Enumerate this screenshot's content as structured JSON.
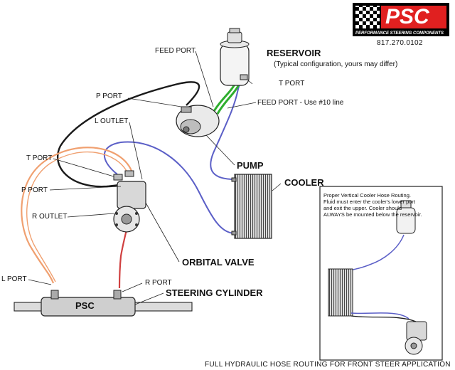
{
  "logo": {
    "brand": "PSC",
    "tagline": "PERFORMANCE STEERING COMPONENTS",
    "phone": "817.270.0102"
  },
  "labels": {
    "feed_port_top": "FEED PORT",
    "reservoir": "RESERVOIR",
    "reservoir_note": "(Typical configuration, yours may differ)",
    "t_port_reservoir": "T PORT",
    "feed_port_note": "FEED PORT - Use #10 line",
    "p_port_top": "P PORT",
    "l_outlet": "L OUTLET",
    "t_port_valve": "T PORT",
    "p_port_valve": "P PORT",
    "r_outlet": "R OUTLET",
    "pump": "PUMP",
    "cooler": "COOLER",
    "orbital_valve": "ORBITAL VALVE",
    "l_port": "L PORT",
    "r_port": "R PORT",
    "steering_cylinder": "STEERING CYLINDER",
    "cylinder_text": "PSC"
  },
  "inset": {
    "note": "Proper Vertical Cooler Hose Routing. Fluid must enter the cooler's lower port and exit the upper. Cooler should ALWAYS be mounted below the reservoir."
  },
  "caption": "FULL HYDRAULIC HOSE ROUTING FOR FRONT STEER APPLICATION",
  "colors": {
    "pressure_line": "#1a1a1a",
    "return_line": "#5b5fc7",
    "feed_line": "#2fae2f",
    "left_line": "#f0a070",
    "right_line": "#d04040",
    "brand_red": "#e02020"
  }
}
